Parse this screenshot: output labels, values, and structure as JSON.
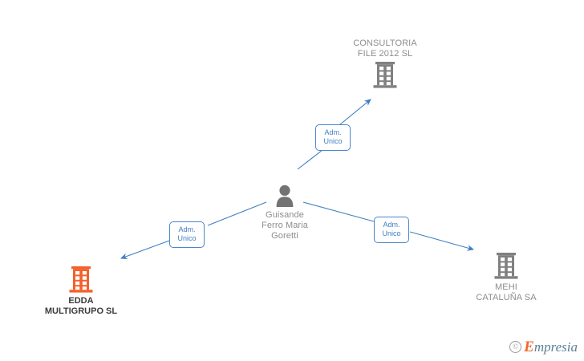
{
  "diagram": {
    "title": "Empresia corporate relationship chart",
    "background_color": "#ffffff",
    "edge_color": "#3f7fc1",
    "company_icon_color": "#808080",
    "highlight_icon_color": "#f4602b",
    "person_icon_color": "#737373",
    "nodes": [
      {
        "id": "consultoria-file-2012",
        "type": "company",
        "label": "CONSULTORIA\nFILE 2012  SL",
        "icon": "building-icon",
        "highlight": false
      },
      {
        "id": "guisande-ferro-maria-goretti",
        "type": "person",
        "label": "Guisande\nFerro Maria\nGoretti",
        "icon": "person-icon",
        "highlight": false
      },
      {
        "id": "edda-multigrupo",
        "type": "company",
        "label": "EDDA\nMULTIGRUPO SL",
        "icon": "building-icon",
        "highlight": true
      },
      {
        "id": "mehi-cataluna",
        "type": "company",
        "label": "MEHI\nCATALUÑA SA",
        "icon": "building-icon",
        "highlight": false
      }
    ],
    "edges": [
      {
        "id": "edge-to-consultoria",
        "from": "guisande-ferro-maria-goretti",
        "to": "consultoria-file-2012",
        "label": "Adm.\nUnico"
      },
      {
        "id": "edge-to-edda",
        "from": "guisande-ferro-maria-goretti",
        "to": "edda-multigrupo",
        "label": "Adm.\nUnico"
      },
      {
        "id": "edge-to-mehi",
        "from": "guisande-ferro-maria-goretti",
        "to": "mehi-cataluna",
        "label": "Adm.\nUnico"
      }
    ]
  },
  "watermark": {
    "copyright": "©",
    "brand_initial": "E",
    "brand_rest": "mpresia"
  }
}
